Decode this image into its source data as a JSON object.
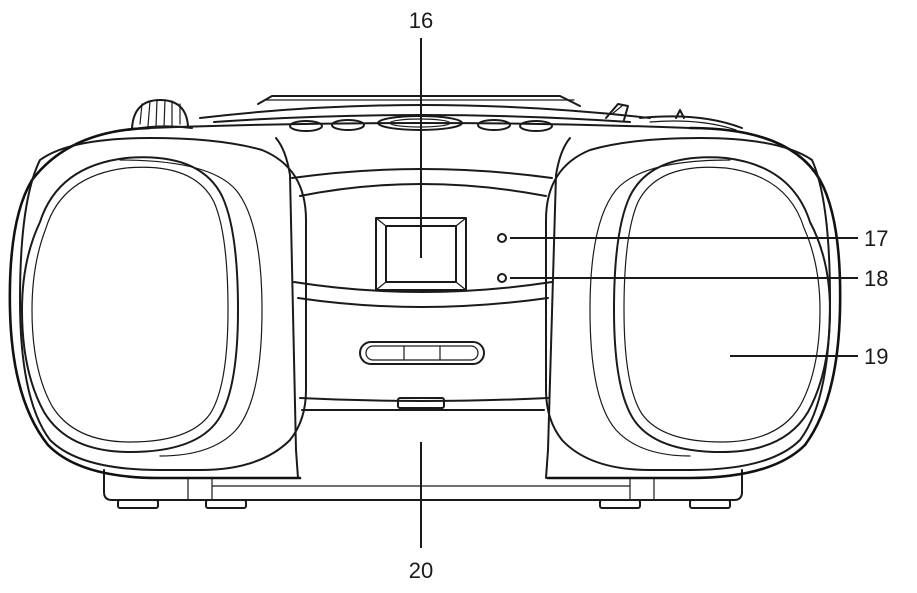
{
  "diagram": {
    "ink_color": "#1a1a1a",
    "background": "#ffffff",
    "callouts": [
      {
        "id": "c16",
        "label": "16"
      },
      {
        "id": "c17",
        "label": "17"
      },
      {
        "id": "c18",
        "label": "18"
      },
      {
        "id": "c19",
        "label": "19"
      },
      {
        "id": "c20",
        "label": "20"
      }
    ]
  }
}
